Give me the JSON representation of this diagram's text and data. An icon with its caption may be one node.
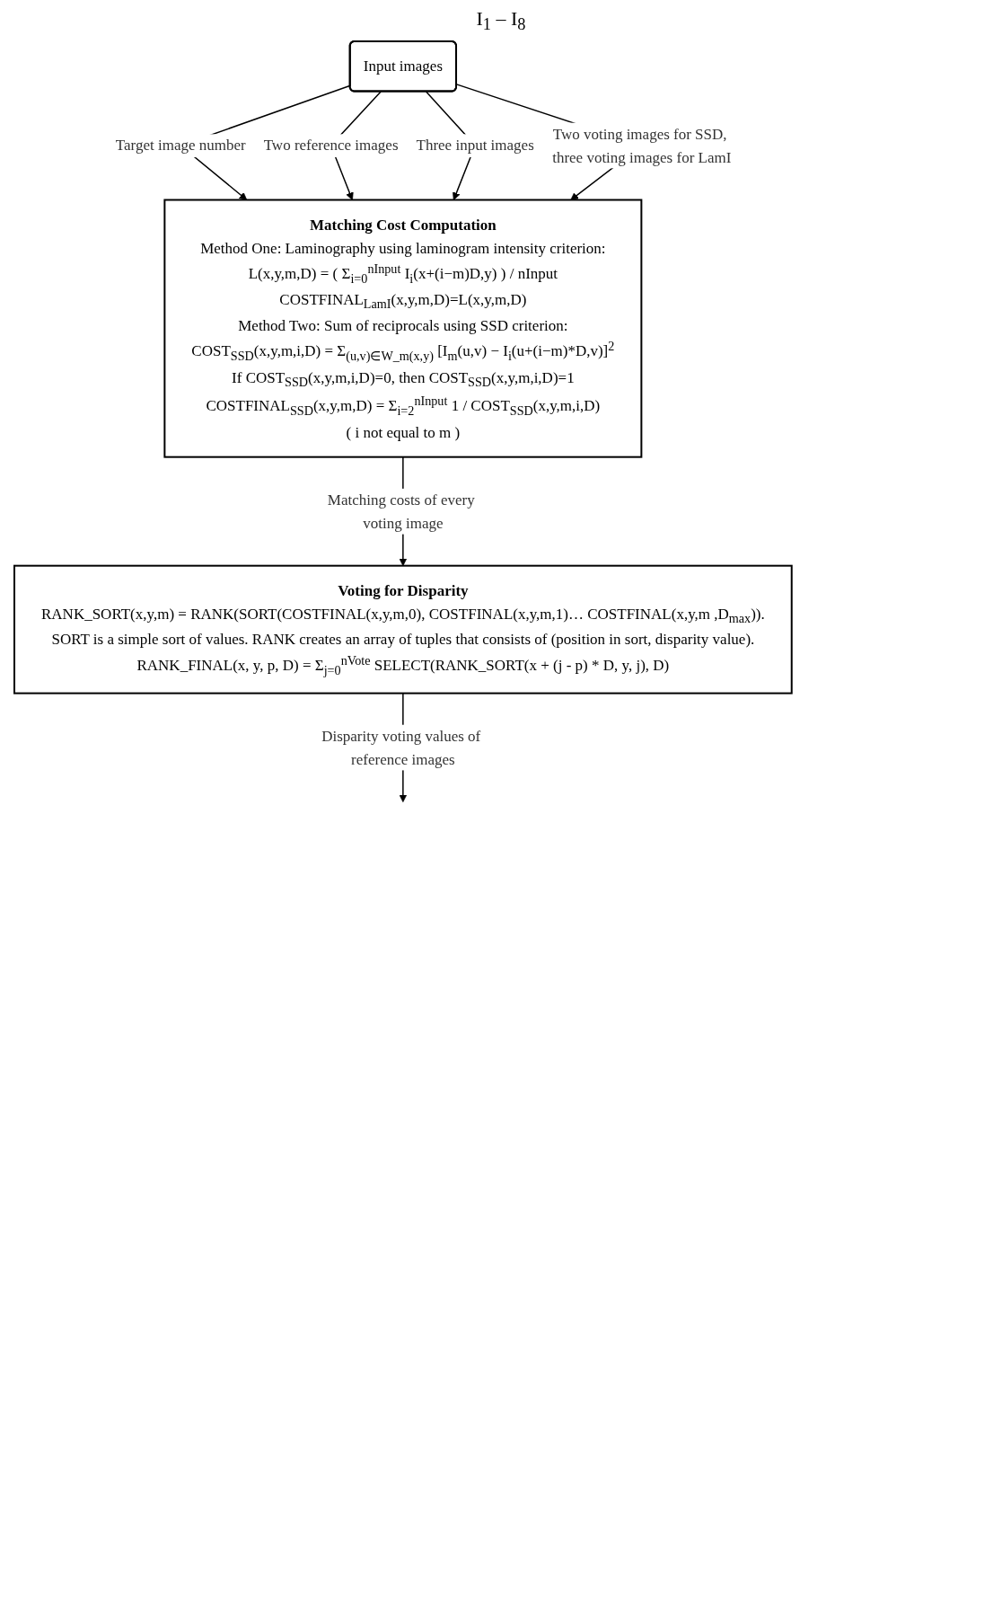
{
  "diagram": {
    "nodes": [
      {
        "text": [
          "Input images"
        ]
      },
      {
        "text": [
          "Matching Cost Computation",
          "Method One: Laminography using laminogram intensity criterion:",
          "L(x,y,m,D) = ( Σ$_{i=0}$$^{nInput}$ I$_{i}$(x+(i−m)D,y) ) / nInput",
          "COSTFINAL$_{LamI}$(x,y,m,D)=L(x,y,m,D)",
          "Method Two: Sum of reciprocals using SSD criterion:",
          "COST$_{SSD}$(x,y,m,i,D) = Σ$_{(u,v)∈W_m(x,y)}$ [I$_{m}$(u,v) − I$_{i}$(u+(i−m)*D,v)]$^{2}$",
          "If COST$_{SSD}$(x,y,m,i,D)=0, then COST$_{SSD}$(x,y,m,i,D)=1",
          "COSTFINAL$_{SSD}$(x,y,m,D) = Σ$_{i=2}$$^{nInput}$ 1 / COST$_{SSD}$(x,y,m,i,D)",
          "( i not equal to m )"
        ]
      },
      {
        "text": [
          "Voting for Disparity",
          "RANK_SORT(x,y,m) = RANK(SORT(COSTFINAL(x,y,m,0), COSTFINAL(x,y,m,1)… COSTFINAL(x,y,m ,D$_{max}$)).",
          "SORT is a simple sort of values. RANK creates an array of tuples that consists of (position in sort, disparity value).",
          "RANK_FINAL(x, y, p, D) = Σ$_{j=0}$$^{nVote}$ SELECT(RANK_SORT(x + (j - p) * D, y, j), D)"
        ]
      }
    ],
    "edges": [
      {
        "from": 0,
        "to": 1,
        "arrow": "to",
        "label": "Target image number"
      },
      {
        "from": 0,
        "to": 1,
        "arrow": "to",
        "label": "Two reference images"
      },
      {
        "from": 0,
        "to": 1,
        "arrow": "to",
        "label": "Three input images"
      },
      {
        "from": 0,
        "to": 1,
        "arrow": "to",
        "label": "Two voting images for SSD, three voting images for LamI"
      },
      {
        "from": 1,
        "to": 2,
        "arrow": "to",
        "label": "Matching costs of every voting image"
      },
      {
        "from": 2,
        "to": null,
        "arrow": "to",
        "label": "Disparity voting values of reference images"
      }
    ],
    "labels": [
      "I$_{1}$ – I$_{8}$"
    ]
  }
}
